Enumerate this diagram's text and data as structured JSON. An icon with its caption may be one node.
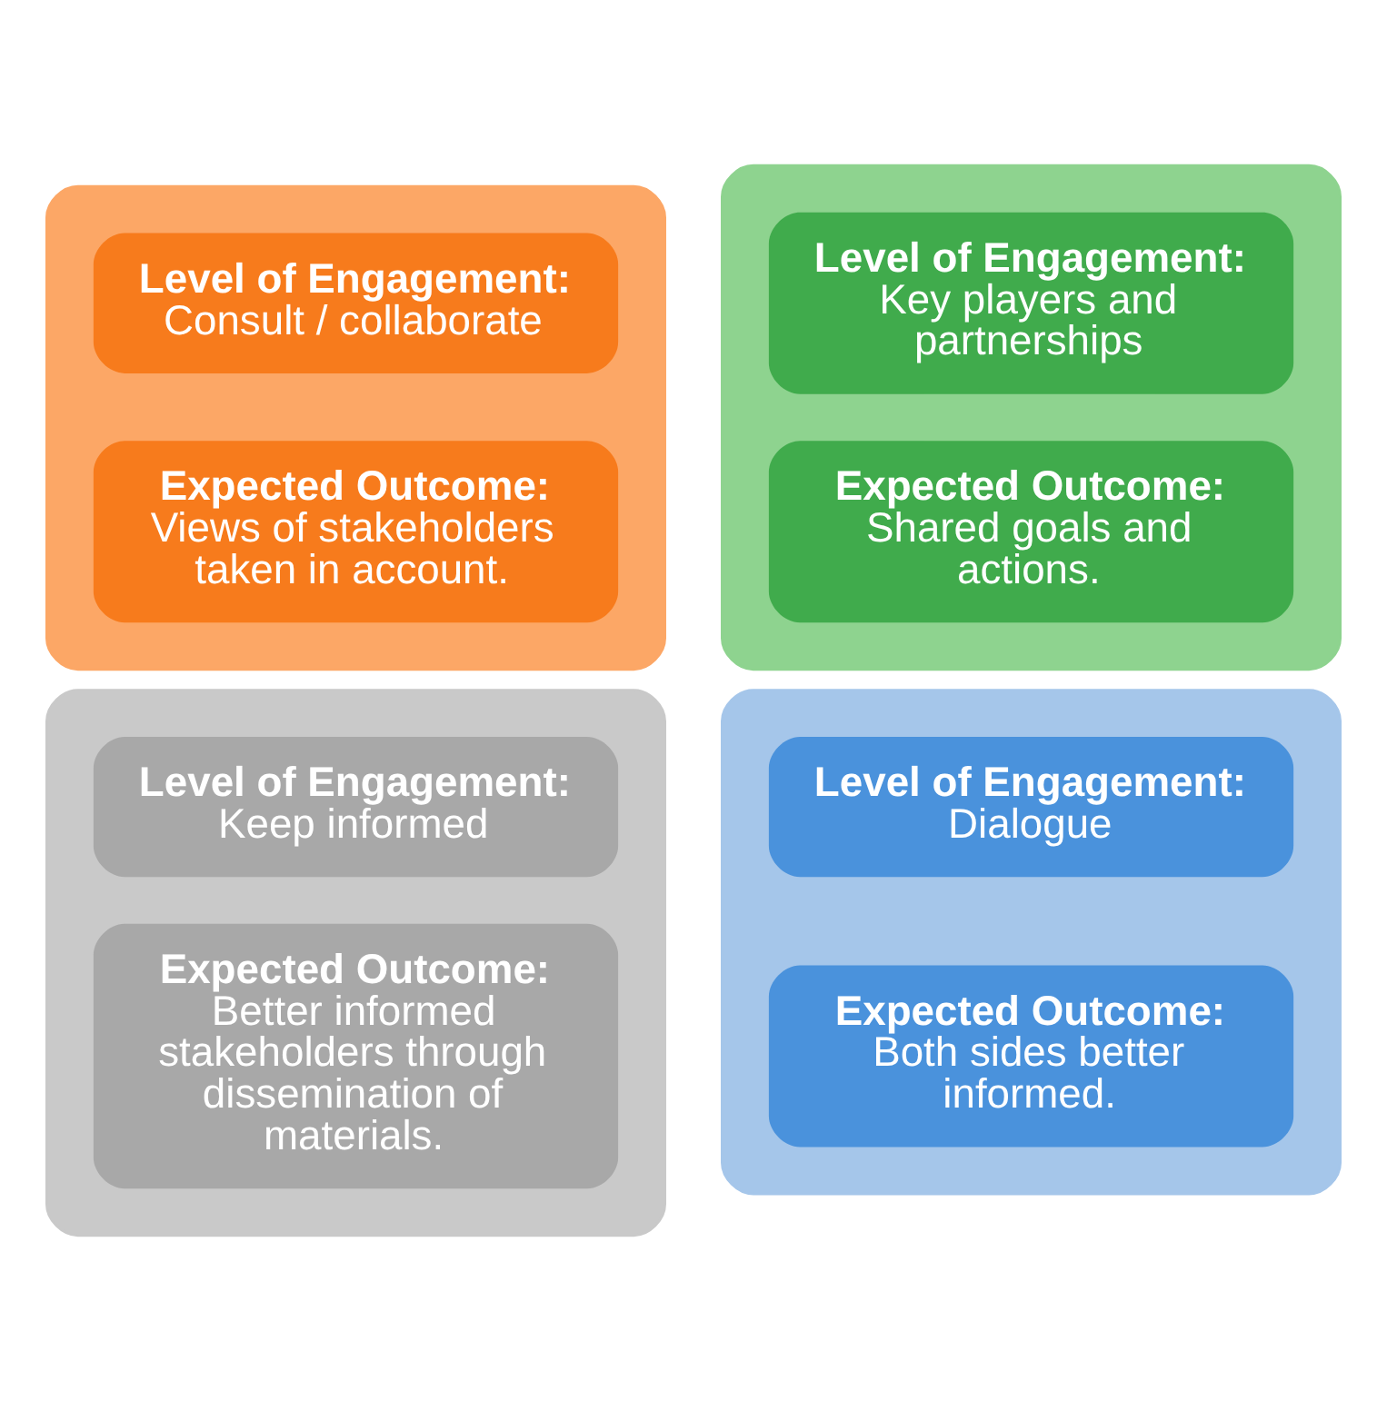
{
  "diagram": {
    "nodes": [
      {
        "text": [],
        "shape": "box"
      },
      {
        "text": [
          "Level of Engagement:",
          "Consult / collaborate"
        ],
        "in": 0
      },
      {
        "text": [
          "Expected Outcome:",
          "Views of stakeholders taken in account."
        ],
        "in": 0
      },
      {
        "text": [],
        "shape": "box"
      },
      {
        "text": [
          "Level of Engagement:",
          "Key players and partnerships"
        ],
        "in": 3
      },
      {
        "text": [
          "Expected Outcome:",
          "Shared goals and actions."
        ],
        "in": 3
      },
      {
        "text": [],
        "shape": "box"
      },
      {
        "text": [
          "Level of Engagement:",
          "Keep informed"
        ],
        "in": 6
      },
      {
        "text": [
          "Expected Outcome:",
          "Better informed stakeholders through dissemination of materials."
        ],
        "in": 6
      },
      {
        "text": [],
        "shape": "box"
      },
      {
        "text": [
          "Level of Engagement:",
          "Dialogue"
        ],
        "in": 9
      },
      {
        "text": [
          "Expected Outcome:",
          "Both sides better informed."
        ],
        "in": 9
      }
    ]
  }
}
